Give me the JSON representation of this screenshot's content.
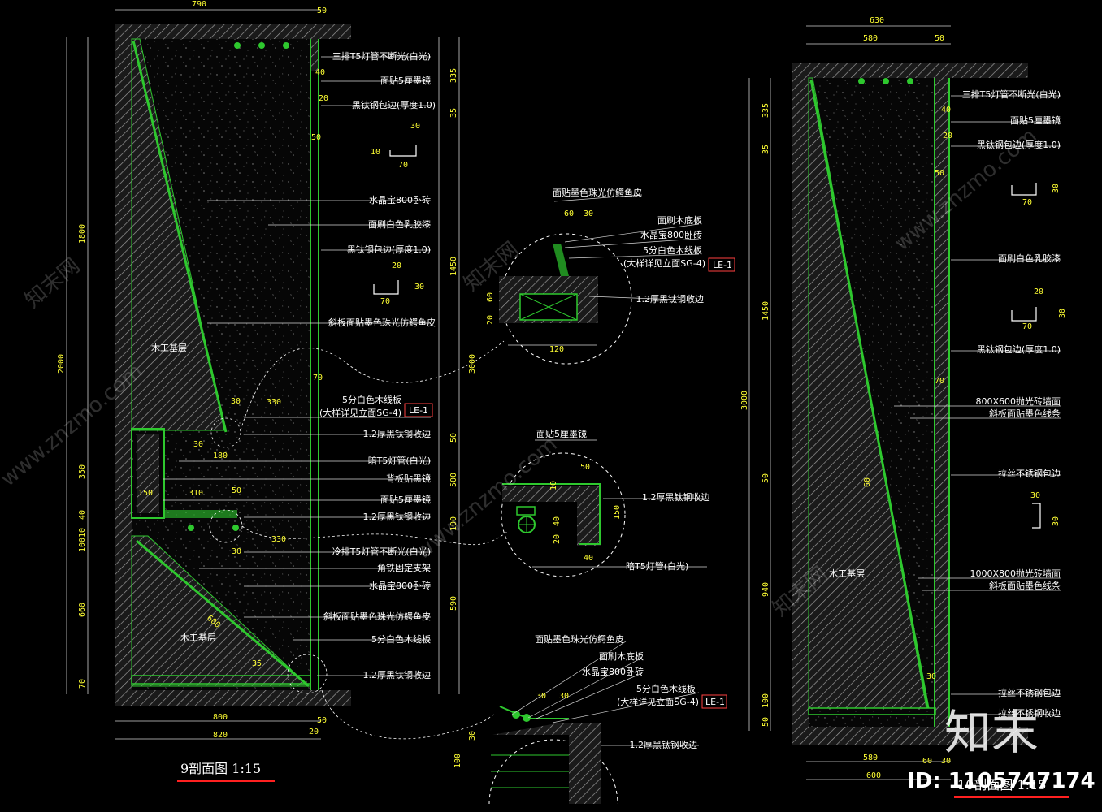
{
  "left_section": {
    "title": "9剖面图 1:15",
    "callouts": [
      "三排T5灯管不断光(白光)",
      "面贴5厘墨镜",
      "黑钛钢包边(厚度1.0)",
      "水晶宝800卧砖",
      "面刷白色乳胶漆",
      "黑钛钢包边(厚度1.0)",
      "斜板面贴墨色珠光仿鳄鱼皮",
      "5分白色木线板",
      "(大样详见立面SG-4)",
      "1.2厚黑钛钢收边",
      "暗T5灯管(白光)",
      "背板贴黑镜",
      "面贴5厘墨镜",
      "1.2厚黑钛钢收边",
      "冷排T5灯管不断光(白光)",
      "角铁固定支架",
      "水晶宝800卧砖",
      "斜板面贴墨色珠光仿鳄鱼皮",
      "5分白色木线板",
      "1.2厚黑钛钢收边"
    ],
    "tag": "LE-1",
    "fill_labels": [
      "木工基层",
      "木工基层"
    ],
    "top_dims": [
      "790",
      "50"
    ],
    "bottom_dims": [
      "800",
      "50",
      "820",
      "20"
    ],
    "left_dims": [
      "1800",
      "2000",
      "350",
      "40",
      "10",
      "100",
      "660",
      "70",
      "150"
    ],
    "right_dims": [
      "335",
      "35",
      "1450",
      "3000",
      "50",
      "500",
      "100",
      "590"
    ],
    "inner_dims": [
      "30",
      "330",
      "180",
      "30",
      "310",
      "50",
      "330",
      "30",
      "600",
      "35",
      "40",
      "20",
      "50",
      "70",
      "30",
      "10",
      "70",
      "20",
      "30",
      "70"
    ]
  },
  "detail_a": {
    "callouts": [
      "面贴墨色珠光仿鳄鱼皮",
      "面刷木底板",
      "水晶宝800卧砖",
      "5分白色木线板",
      "(大样详见立面SG-4)",
      "1.2厚黑钛钢收边"
    ],
    "tag": "LE-1",
    "dims": [
      "60",
      "30",
      "60",
      "20",
      "120"
    ]
  },
  "detail_b": {
    "callouts": [
      "面贴5厘墨镜",
      "1.2厚黑钛钢收边",
      "暗T5灯管(白光)"
    ],
    "dims": [
      "10",
      "50",
      "150",
      "40",
      "20",
      "40"
    ]
  },
  "detail_c": {
    "callouts": [
      "面贴墨色珠光仿鳄鱼皮",
      "面刷木底板",
      "水晶宝800卧砖",
      "5分白色木线板",
      "(大样详见立面SG-4)",
      "1.2厚黑钛钢收边"
    ],
    "tag": "LE-1",
    "dims": [
      "30",
      "30",
      "30",
      "100"
    ]
  },
  "right_section": {
    "title": "10剖面图 1:15",
    "callouts": [
      "三排T5灯管不断光(白光)",
      "面贴5厘墨镜",
      "黑钛钢包边(厚度1.0)",
      "面刷白色乳胶漆",
      "黑钛钢包边(厚度1.0)",
      "800X600抛光砖墙面",
      "斜板面贴墨色线条",
      "拉丝不锈钢包边",
      "1000X800抛光砖墙面",
      "斜板面贴墨色线条",
      "拉丝不锈钢包边",
      "拉丝不锈钢收边"
    ],
    "fill_label": "木工基层",
    "top_dims": [
      "630",
      "580",
      "50"
    ],
    "bottom_dims": [
      "580",
      "60",
      "600",
      "30"
    ],
    "left_dims": [
      "335",
      "35",
      "1450",
      "3000",
      "50",
      "940",
      "100",
      "50"
    ],
    "inner_dims": [
      "40",
      "20",
      "50",
      "30",
      "70",
      "20",
      "30",
      "70",
      "70",
      "60",
      "30",
      "30",
      "30"
    ]
  },
  "watermark": {
    "logo_text": "知末",
    "id_text": "ID: 1105747174",
    "tile_text": "www.znzmo.com",
    "site_name": "知末网"
  },
  "colors": {
    "wall": "#9a9a9a",
    "panel": "#2ec82e",
    "text": "#ffffff",
    "dimension": "#ffff33",
    "leader": "#d4d4d4",
    "tag_box": "#ff4040",
    "title_underline": "#ff2020"
  }
}
